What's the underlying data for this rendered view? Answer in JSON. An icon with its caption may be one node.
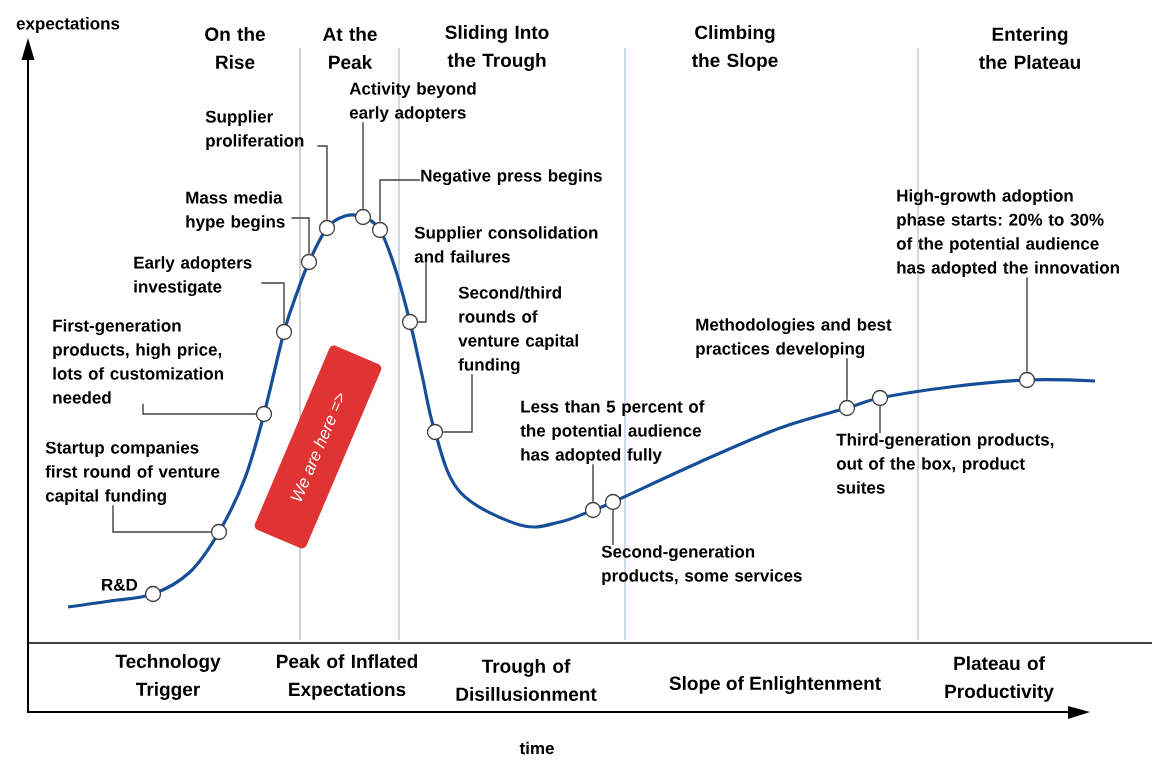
{
  "diagram": {
    "nodes": [
      {
        "text": [
          "Startup companies first round of venture capital funding"
        ]
      },
      {
        "text": [
          "First-generation products, high price, lots of customization needed"
        ]
      },
      {
        "text": [
          "Early adopters investigate"
        ]
      },
      {
        "text": [
          "Mass media hype begins"
        ]
      },
      {
        "text": [
          "Supplier proliferation"
        ]
      },
      {
        "text": [
          "Activity beyond early adopters"
        ]
      },
      {
        "text": [
          "Negative press begins"
        ]
      },
      {
        "text": [
          "Supplier consolidation and failures"
        ]
      },
      {
        "text": [
          "Second/third rounds of venture capital funding"
        ]
      },
      {
        "text": [
          "Less than 5 percent of the potential audience has adopted fully"
        ]
      },
      {
        "text": [
          "Second-generation products, some services"
        ]
      },
      {
        "text": [
          "Methodologies and best practices developing"
        ]
      },
      {
        "text": [
          "Third-generation products, out of the box, product suites"
        ]
      },
      {
        "text": [
          "High-growth adoption phase starts: 20% to 30% of the potential audience has adopted the innovation"
        ]
      },
      {
        "text": [],
        "shape": "circle",
        "beside": [
          "R&D"
        ]
      },
      {
        "text": [],
        "shape": "circle"
      },
      {
        "text": [],
        "shape": "circle"
      },
      {
        "text": [],
        "shape": "circle"
      },
      {
        "text": [],
        "shape": "circle"
      },
      {
        "text": [],
        "shape": "circle"
      },
      {
        "text": [],
        "shape": "circle"
      },
      {
        "text": [],
        "shape": "circle"
      },
      {
        "text": [],
        "shape": "circle"
      },
      {
        "text": [],
        "shape": "circle"
      },
      {
        "text": [],
        "shape": "circle"
      },
      {
        "text": [],
        "shape": "circle"
      },
      {
        "text": [],
        "shape": "circle"
      },
      {
        "text": [],
        "shape": "circle"
      },
      {
        "text": [],
        "shape": "circle"
      },
      {
        "text": [
          "We are here =>"
        ]
      }
    ],
    "edges": [
      {
        "from": 0,
        "to": 15,
        "arrow": "none"
      },
      {
        "from": 1,
        "to": 16,
        "arrow": "none"
      },
      {
        "from": 2,
        "to": 17,
        "arrow": "none"
      },
      {
        "from": 3,
        "to": 18,
        "arrow": "none"
      },
      {
        "from": 4,
        "to": 19,
        "arrow": "none"
      },
      {
        "from": 5,
        "to": 20,
        "arrow": "none"
      },
      {
        "from": 6,
        "to": 21,
        "arrow": "none"
      },
      {
        "from": 7,
        "to": 22,
        "arrow": "none"
      },
      {
        "from": 8,
        "to": 23,
        "arrow": "none"
      },
      {
        "from": 9,
        "to": 24,
        "arrow": "none"
      },
      {
        "from": 10,
        "to": 25,
        "arrow": "none"
      },
      {
        "from": 11,
        "to": 26,
        "arrow": "none"
      },
      {
        "from": 12,
        "to": 27,
        "arrow": "none"
      },
      {
        "from": 13,
        "to": 28,
        "arrow": "none"
      }
    ],
    "labels": [
      "expectations",
      "On the Rise",
      "At the Peak",
      "Sliding Into the Trough",
      "Climbing the Slope",
      "Entering the Plateau",
      "Technology Trigger",
      "Peak of Inflated Expectations",
      "Trough of Disillusionment",
      "Slope of Enlightenment",
      "Plateau of Productivity",
      "time"
    ]
  }
}
